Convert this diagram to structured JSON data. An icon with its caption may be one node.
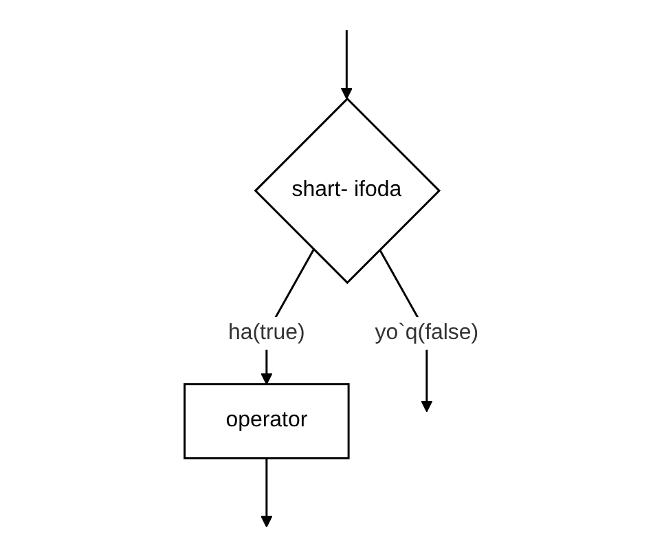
{
  "diagram": {
    "nodes": [
      {
        "text": [
          "shart- ifoda"
        ]
      },
      {
        "text": [
          "operator"
        ]
      }
    ],
    "edges": [
      {
        "from": null,
        "to": 0,
        "arrow": "to"
      },
      {
        "from": 0,
        "to": 1,
        "label": "ha(true)",
        "arrow": "to"
      },
      {
        "from": 0,
        "to": null,
        "label": "yo`q(false)",
        "arrow": "to"
      },
      {
        "from": 1,
        "to": null,
        "arrow": "to"
      }
    ]
  }
}
